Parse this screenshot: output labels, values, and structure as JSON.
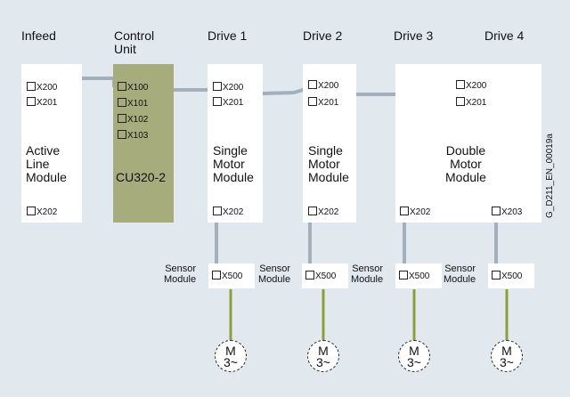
{
  "headers": {
    "infeed": "Infeed",
    "control_unit": "Control\nUnit",
    "drive1": "Drive 1",
    "drive2": "Drive 2",
    "drive3": "Drive 3",
    "drive4": "Drive 4"
  },
  "infeed": {
    "name": "Active\nLine\nModule",
    "x200": "X200",
    "x201": "X201",
    "x202": "X202"
  },
  "cu": {
    "name": "CU320-2",
    "x100": "X100",
    "x101": "X101",
    "x102": "X102",
    "x103": "X103"
  },
  "drive1": {
    "name": "Single\nMotor\nModule",
    "x200": "X200",
    "x201": "X201",
    "x202": "X202"
  },
  "drive2": {
    "name": "Single\nMotor\nModule",
    "x200": "X200",
    "x201": "X201",
    "x202": "X202"
  },
  "double": {
    "name": "Double\nMotor\nModule",
    "x200": "X200",
    "x201": "X201",
    "x202": "X202",
    "x203": "X203"
  },
  "sensor_label": "Sensor\nModule",
  "sensor_port": "X500",
  "motor": {
    "m": "M",
    "phase": "3~"
  },
  "figure_code": "G_D211_EN_00019a",
  "colors": {
    "background": "#e1e8ee",
    "cable": "#a3b0bb",
    "motor_cable": "#8aa03d",
    "control_unit": "#a6ac7c"
  }
}
